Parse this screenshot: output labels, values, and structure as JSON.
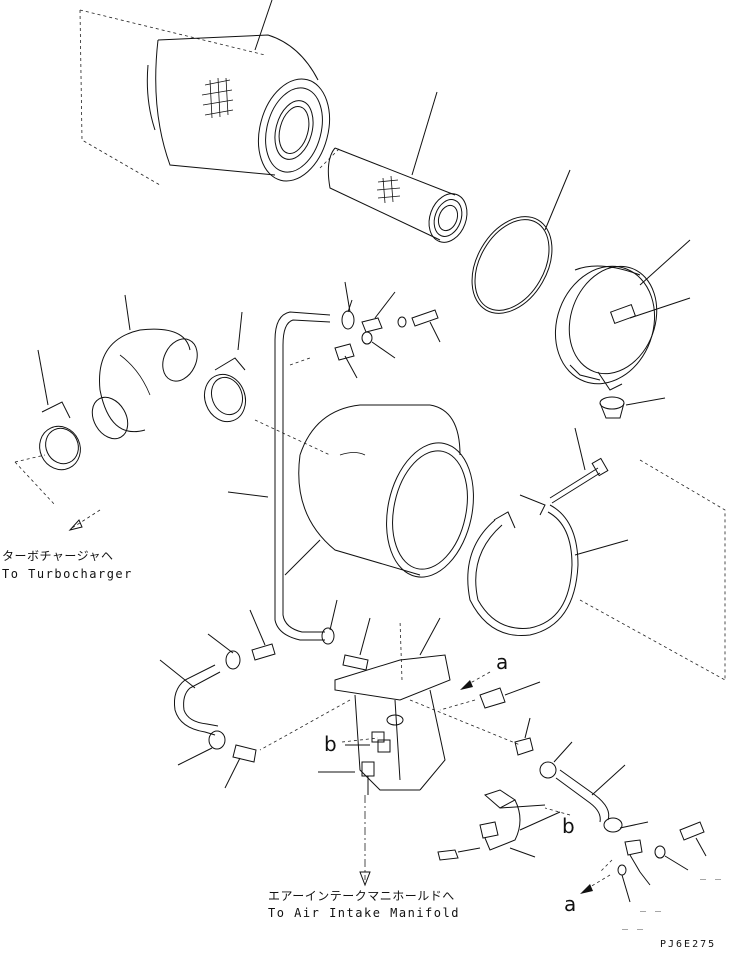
{
  "labels": {
    "turbo_jp": "ターボチャージャヘ",
    "turbo_en": "To Turbocharger",
    "intake_jp": "エアーインテークマニホールドへ",
    "intake_en": "To Air Intake Manifold",
    "ref_a_top": "a",
    "ref_b_left": "b",
    "ref_b_right": "b",
    "ref_a_bottom": "a",
    "drawing_code": "PJ6E275"
  }
}
